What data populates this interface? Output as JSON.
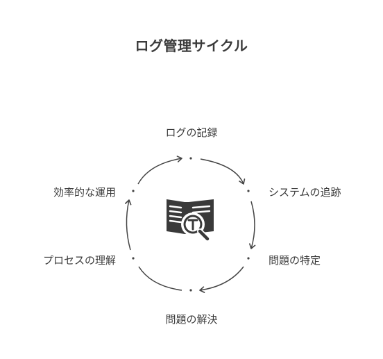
{
  "title": "ログ管理サイクル",
  "stages": {
    "top": "ログの記録",
    "right_upper": "システムの追跡",
    "right_lower": "問題の特定",
    "bottom": "問題の解決",
    "left_lower": "プロセスの理解",
    "left_upper": "効率的な運用"
  },
  "center_icon": "book-search-icon",
  "colors": {
    "text": "#3a3a3a",
    "stroke": "#444444",
    "icon": "#3a3a3a"
  }
}
